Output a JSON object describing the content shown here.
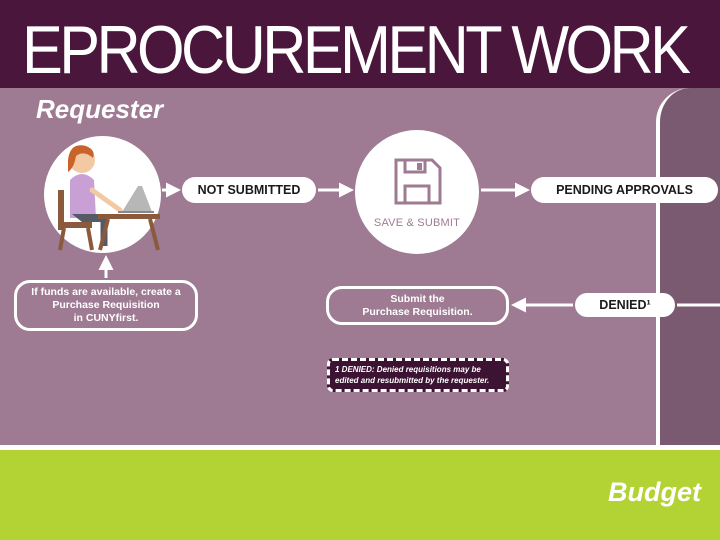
{
  "header": {
    "title": "EPROCUREMENT WORK"
  },
  "lanes": {
    "requester": "Requester",
    "budget": "Budget"
  },
  "nodes": {
    "not_submitted": "NOT SUBMITTED",
    "save_submit": "SAVE & SUBMIT",
    "pending_approvals": "PENDING APPROVALS",
    "denied": "DENIED¹",
    "funds_note": "If funds are available, create a\nPurchase Requisition\nin CUNYfirst.",
    "submit_req": "Submit the\nPurchase Requisition."
  },
  "footnote": {
    "prefix": "1  DENIED:",
    "text": "Denied requisitions may be edited and resubmitted by the requester."
  },
  "icons": [
    "floppy-disk-icon",
    "person-at-laptop-icon"
  ],
  "colors": {
    "header": "#4a163c",
    "requester_band": "#9e7b93",
    "budget_band": "#b3d234",
    "right_panel": "#7a5a71"
  }
}
